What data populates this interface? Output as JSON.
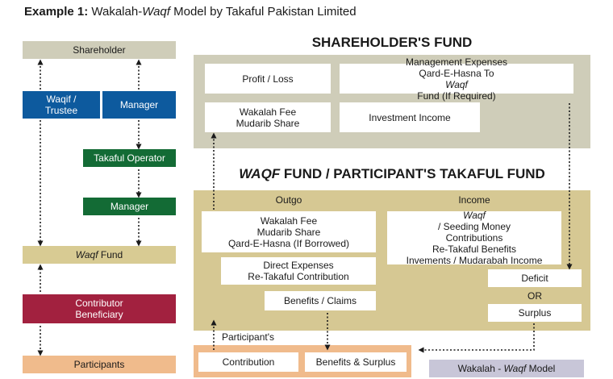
{
  "title": {
    "prefix": "Example 1:",
    "text_a": " Wakalah-",
    "text_italic": "Waqf",
    "text_b": " Model by Takaful Pakistan Limited"
  },
  "left": {
    "shareholder": "Shareholder",
    "waqif_trustee": [
      "Waqif /",
      "Trustee"
    ],
    "manager_top": "Manager",
    "takaful_operator": "Takaful Operator",
    "manager_mid": "Manager",
    "waqf_fund": {
      "italic": "Waqf",
      "rest": " Fund"
    },
    "contributor": [
      "Contributor",
      "Beneficiary"
    ],
    "participants": "Participants"
  },
  "shareholders_fund": {
    "heading": "SHAREHOLDER'S FUND",
    "profit_loss": "Profit / Loss",
    "mgmt_line1": "Management Expenses",
    "mgmt_line2_a": "Qard-E-Hasna To ",
    "mgmt_line2_italic": "Waqf",
    "mgmt_line2_b": " Fund (If Required)",
    "wakalah_fee": [
      "Wakalah Fee",
      "Mudarib Share"
    ],
    "investment_income": "Investment Income"
  },
  "waqf_fund_panel": {
    "heading_italic": "WAQF",
    "heading_rest": " FUND / PARTICIPANT'S TAKAFUL FUND",
    "outgo": "Outgo",
    "income": "Income",
    "outgo_box": [
      "Wakalah Fee",
      "Mudarib Share",
      "Qard-E-Hasna (If Borrowed)"
    ],
    "income_line1_italic": "Waqf",
    "income_line1_rest": " / Seeding Money",
    "income_lines": [
      "Contributions",
      "Re-Takaful Benefits",
      "Invements / Mudarabah Income"
    ],
    "direct_expenses": [
      "Direct Expenses",
      "Re-Takaful Contribution"
    ],
    "benefits_claims": "Benefits / Claims",
    "deficit": "Deficit",
    "or": "OR",
    "surplus": "Surplus"
  },
  "bottom": {
    "participants_label": "Participant's",
    "contribution": "Contribution",
    "benefits_surplus": "Benefits & Surplus",
    "model_a": "Wakalah - ",
    "model_italic": "Waqf",
    "model_b": " Model"
  },
  "colors": {
    "blue": "#0d5a9e",
    "green": "#136b35",
    "red": "#a2213f",
    "gray": "#cfcdb9",
    "tan": "#d6c893",
    "peach": "#f0bb8c",
    "lavender": "#c8c6d8"
  }
}
